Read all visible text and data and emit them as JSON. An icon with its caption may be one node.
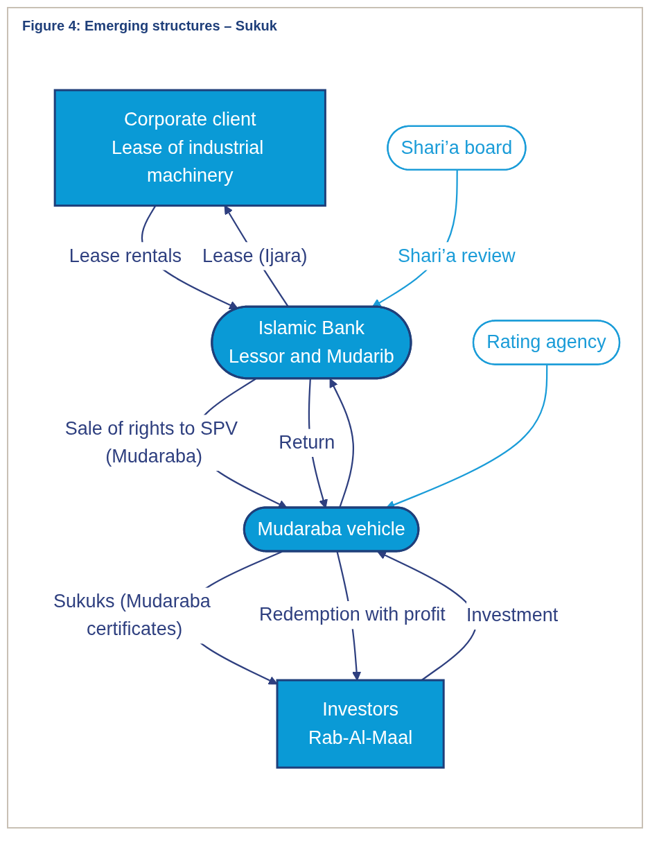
{
  "diagram": {
    "title": "Figure 4: Emerging structures – Sukuk",
    "nodes": [
      {
        "text": [
          "Corporate client",
          "Lease of industrial machinery"
        ]
      },
      {
        "text": [
          "Islamic Bank",
          "Lessor and Mudarib"
        ]
      },
      {
        "text": [
          "Shari’a board"
        ]
      },
      {
        "text": [
          "Mudaraba vehicle"
        ]
      },
      {
        "text": [
          "Rating agency"
        ]
      },
      {
        "text": [
          "Investors",
          "Rab-Al-Maal"
        ]
      }
    ],
    "edges": [
      {
        "from": 1,
        "to": 0,
        "arrow": "to",
        "label": "Lease (Ijara)"
      },
      {
        "from": 0,
        "to": 1,
        "arrow": "to",
        "label": "Lease rentals"
      },
      {
        "from": 2,
        "to": 1,
        "arrow": "to",
        "label": "Shari’a review",
        "color": "#1a9cd8"
      },
      {
        "from": 1,
        "to": 3,
        "arrow": "to",
        "label": "Sale of rights to SPV (Mudaraba)"
      },
      {
        "from": 3,
        "to": 1,
        "arrow": "to"
      },
      {
        "from": 1,
        "to": 3,
        "arrow": "to",
        "label": "Return"
      },
      {
        "from": 4,
        "to": 3,
        "arrow": "to",
        "color": "#1a9cd8"
      },
      {
        "from": 3,
        "to": 5,
        "arrow": "to",
        "label": "Sukuks (Mudaraba certificates)"
      },
      {
        "from": 5,
        "to": 3,
        "arrow": "to",
        "label": "Investment"
      },
      {
        "from": 3,
        "to": 5,
        "arrow": "to",
        "label": "Redemption with profit"
      }
    ]
  }
}
